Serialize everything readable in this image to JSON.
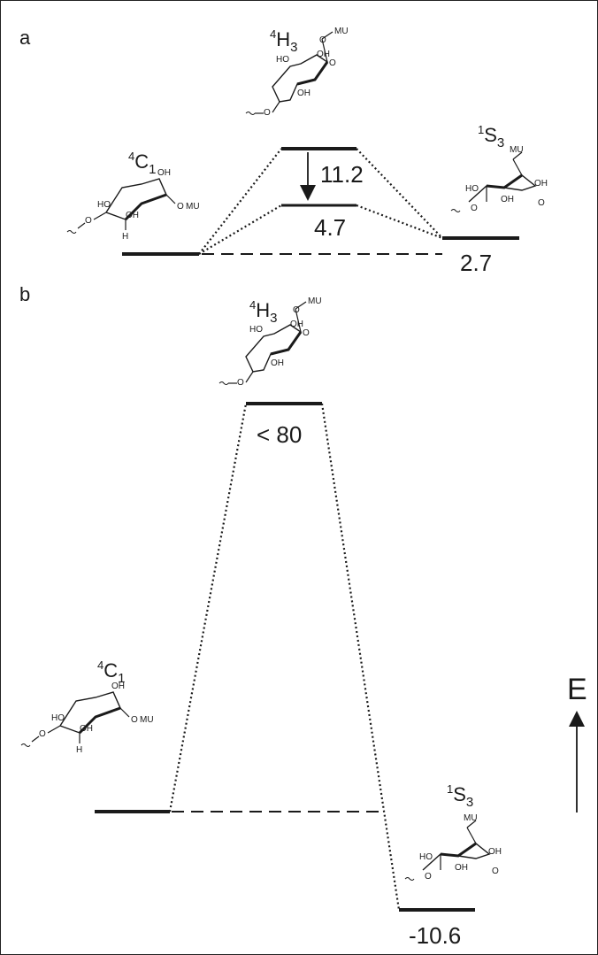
{
  "panel_a": {
    "label": "a",
    "conformers": {
      "c1": {
        "sup": "4",
        "main": "C",
        "sub": "1"
      },
      "h3": {
        "sup": "4",
        "main": "H",
        "sub": "3"
      },
      "s3": {
        "sup": "1",
        "main": "S",
        "sub": "3"
      }
    },
    "values": {
      "h3_high": "11.2",
      "h3_low": "4.7",
      "s3": "2.7"
    }
  },
  "panel_b": {
    "label": "b",
    "conformers": {
      "c1": {
        "sup": "4",
        "main": "C",
        "sub": "1"
      },
      "h3": {
        "sup": "4",
        "main": "H",
        "sub": "3"
      },
      "s3": {
        "sup": "1",
        "main": "S",
        "sub": "3"
      }
    },
    "values": {
      "h3": "< 80",
      "s3": "-10.6"
    }
  },
  "molecule_text": {
    "oh": "OH",
    "ho": "HO",
    "mu": "MU",
    "o": "O",
    "h": "H"
  },
  "axis": {
    "label": "E"
  }
}
